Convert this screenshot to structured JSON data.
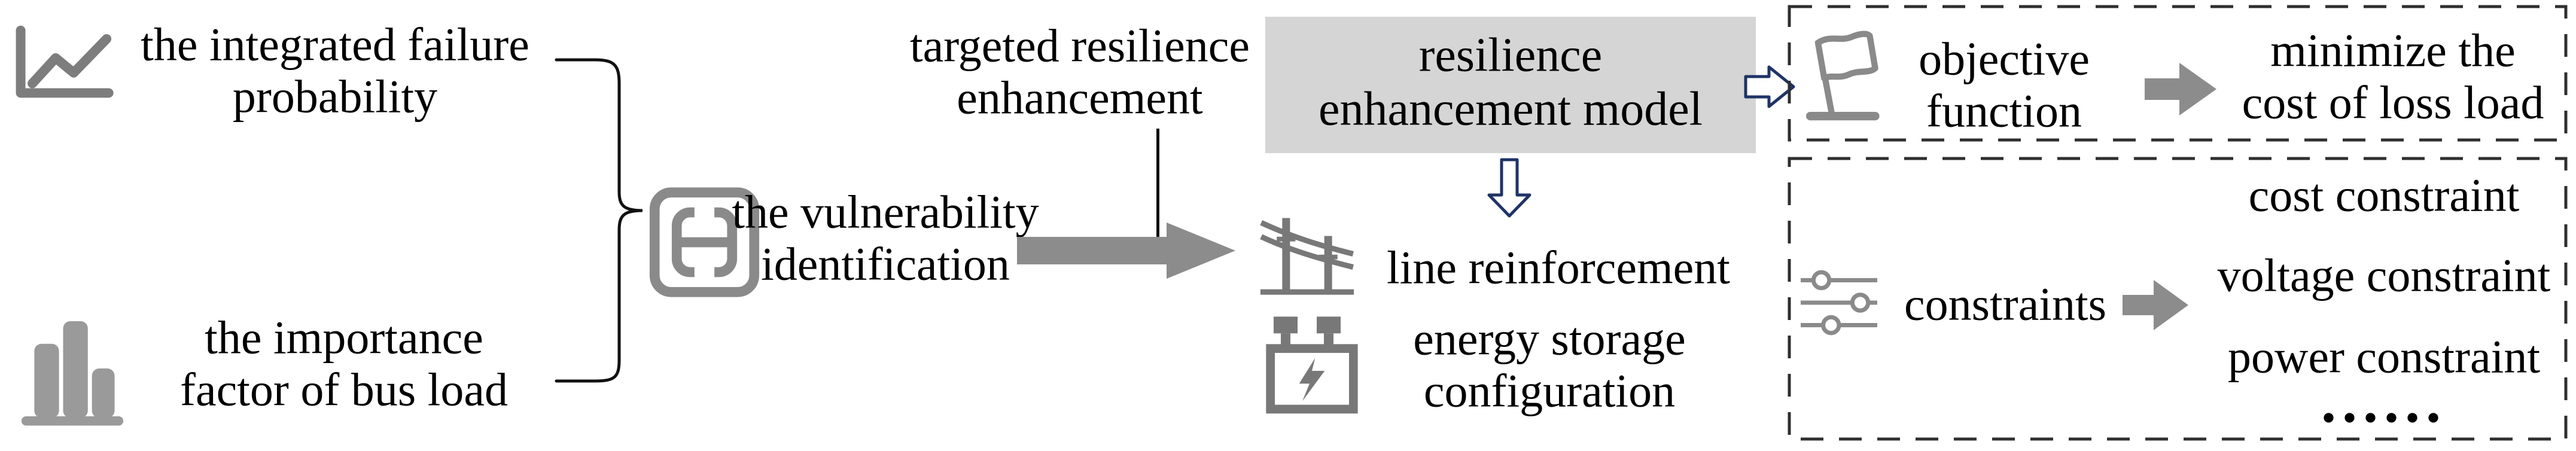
{
  "diagram": {
    "title_hint": "resilience enhancement framework diagram",
    "inputs": {
      "failure_probability": {
        "line1": "the integrated failure",
        "line2": "probability"
      },
      "bus_load_importance": {
        "line1": "the importance",
        "line2": "factor of bus load"
      }
    },
    "vulnerability": {
      "line1": "the vulnerability",
      "line2": "identification"
    },
    "targeted_enhancement": {
      "line1": "targeted resilience",
      "line2": "enhancement"
    },
    "model_box": {
      "line1": "resilience",
      "line2": "enhancement model"
    },
    "measures": {
      "line_reinforcement": "line reinforcement",
      "energy_storage": {
        "line1": "energy storage",
        "line2": "configuration"
      }
    },
    "objective": {
      "label": {
        "line1": "objective",
        "line2": "function"
      },
      "result": {
        "line1": "minimize the",
        "line2": "cost of loss load"
      }
    },
    "constraints": {
      "label": "constraints",
      "items": [
        "cost constraint",
        "voltage constraint",
        "power constraint"
      ],
      "ellipsis": "......"
    }
  },
  "icons": {
    "failure_probability": "line-chart-icon",
    "bus_load_importance": "bar-chart-icon",
    "vulnerability": "vulnerability-module-icon",
    "line_reinforcement": "power-line-icon",
    "energy_storage": "battery-icon",
    "objective": "flag-icon",
    "constraints": "sliders-icon"
  },
  "colors": {
    "text": "#000000",
    "icon_gray": "#858585",
    "icon_gray_dark": "#787878",
    "arrow_gray": "#8c8c8c",
    "model_box_fill": "#d5d5d5",
    "dashed_border": "#2f2f2f",
    "accent_navy": "#1f3366",
    "background": "#ffffff"
  }
}
